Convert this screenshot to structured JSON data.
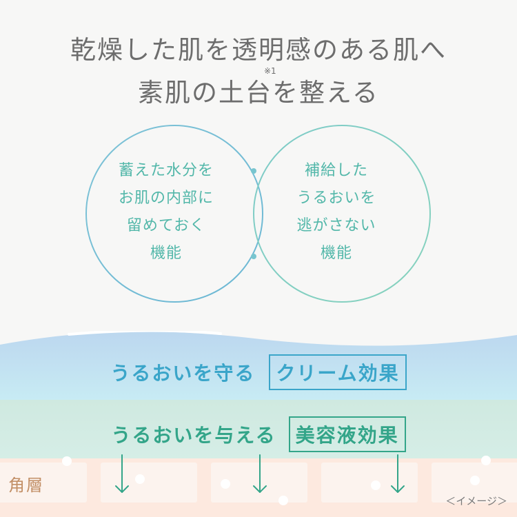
{
  "headline": {
    "line1": "乾燥した肌を透明感のある肌へ",
    "line2": "素肌の土台を整える",
    "footnote_mark": "※1"
  },
  "venn": {
    "left": [
      "蓄えた水分を",
      "お肌の内部に",
      "留めておく",
      "機能"
    ],
    "right": [
      "補給した",
      "うるおいを",
      "逃がさない",
      "機能"
    ]
  },
  "layers": {
    "cream": {
      "label": "うるおいを守る",
      "effect": "クリーム効果",
      "color": "#3aa5c9"
    },
    "serum": {
      "label": "うるおいを与える",
      "effect": "美容液効果",
      "color": "#33a589"
    },
    "stratum_corneum": "角層"
  },
  "image_note": "＜イメージ＞"
}
